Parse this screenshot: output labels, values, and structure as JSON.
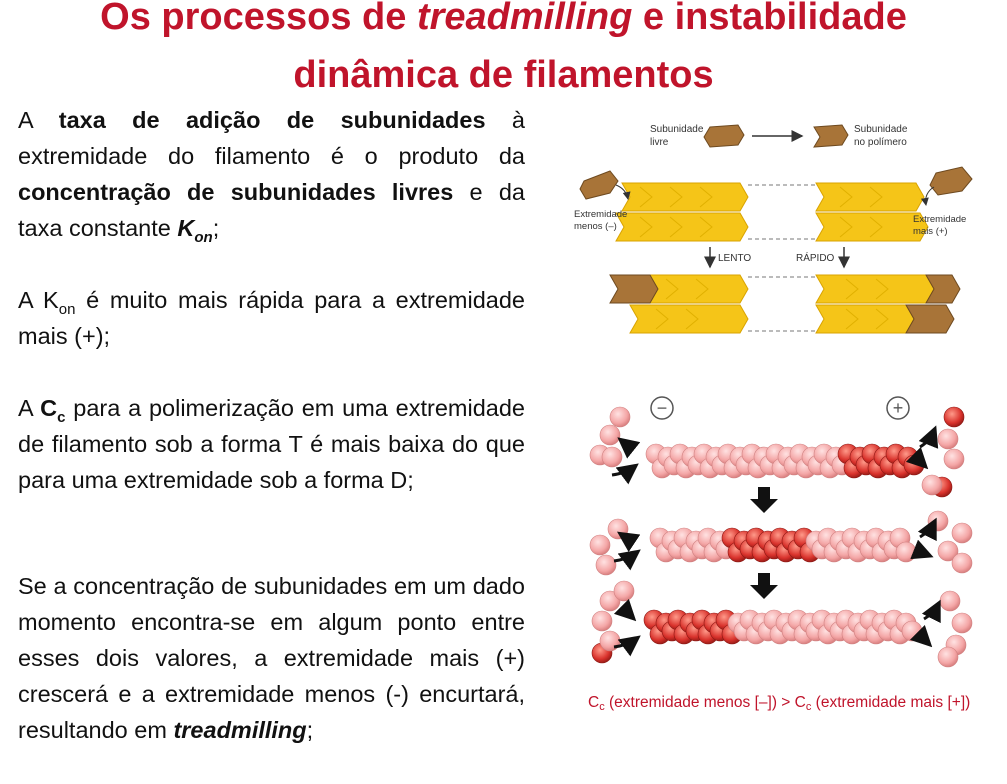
{
  "title": {
    "line1_prefix": "Os processos de ",
    "line1_italic": "treadmilling",
    "line1_suffix": " e instabilidade",
    "line2": "dinâmica de filamentos"
  },
  "paragraphs": {
    "p1": {
      "a": "A ",
      "b_bold": "taxa de adição de subunidades",
      "c": " à extremidade do filamento é o produto da ",
      "d_bold": "concentração de subunidades livres",
      "e": " e da taxa constante ",
      "k_bold_italic": "K",
      "k_sub": "on",
      "f": ";"
    },
    "p2": {
      "a": "A K",
      "sub": "on",
      "b": " é muito mais rápida para a extremidade mais (+);"
    },
    "p3": {
      "a": "A ",
      "c_bold": "C",
      "c_sub": "c",
      "b": " para a polimerização em uma extremidade de filamento sob a forma T é mais baixa do que para uma extremidade sob a forma D;"
    },
    "p4": {
      "a": "Se a concentração de subunidades em um dado momento encontra-se em algum ponto entre esses dois valores, a extremidade mais (+) crescerá e a extremidade menos (-) encurtará, resultando em ",
      "b_bold_italic": "treadmilling",
      "c": ";"
    }
  },
  "figure_top": {
    "subunidade_livre_1": "Subunidade",
    "subunidade_livre_2": "livre",
    "subunidade_polimero_1": "Subunidade",
    "subunidade_polimero_2": "no polímero",
    "extremidade_menos_1": "Extremidade",
    "extremidade_menos_2": "menos (–)",
    "extremidade_mais_1": "Extremidade",
    "extremidade_mais_2": "mais (+)",
    "lento": "LENTO",
    "rapido": "RÁPIDO"
  },
  "figure_bottom": {
    "minus_symbol": "−",
    "plus_symbol": "+"
  },
  "caption": {
    "c1": "C",
    "s1": "c",
    "mid": " (extremidade menos [–]) > ",
    "c2": "C",
    "s2": "c",
    "end": " (extremidade mais [+])"
  },
  "colors": {
    "title_red": "#c0142b",
    "actin_yellow": "#f5c518",
    "actin_brown": "#a87438",
    "bead_pink": "#f4a6a6",
    "bead_red": "#d9322c"
  }
}
